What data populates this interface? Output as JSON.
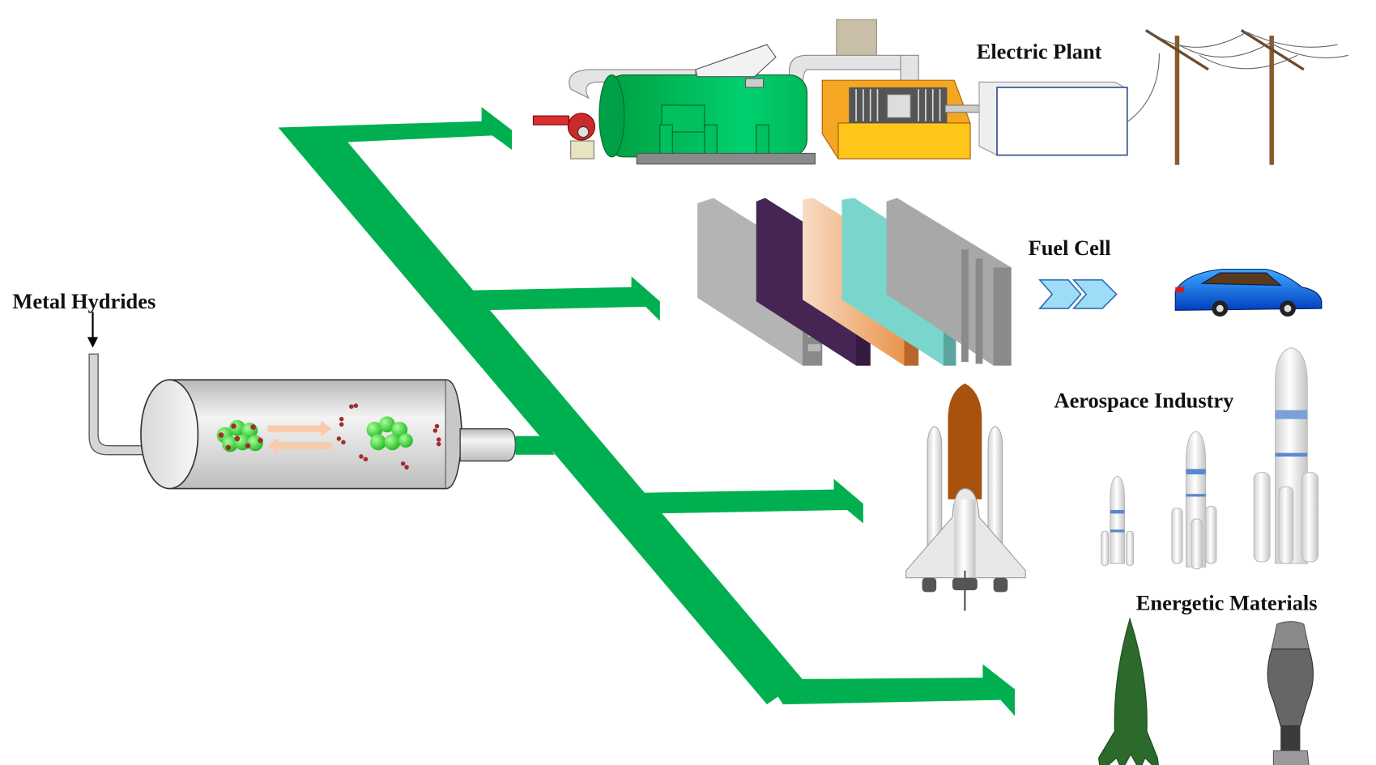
{
  "diagram": {
    "title": "Applications of Metal Hydrides",
    "source": {
      "label": "Metal Hydrides"
    },
    "colors": {
      "flow_arrow": "#00b050",
      "tank_body": "#d9d9d9",
      "particle_green": "#33dd33",
      "particle_red": "#a52a2a",
      "reaction_arrow": "#f8cbad",
      "chevron": "#9fdcf8"
    },
    "branches": [
      {
        "id": "electric-plant",
        "label": "Electric Plant"
      },
      {
        "id": "fuel-cell",
        "label": "Fuel Cell"
      },
      {
        "id": "aerospace",
        "label": "Aerospace Industry"
      },
      {
        "id": "energetic",
        "label": "Energetic Materials"
      }
    ]
  }
}
